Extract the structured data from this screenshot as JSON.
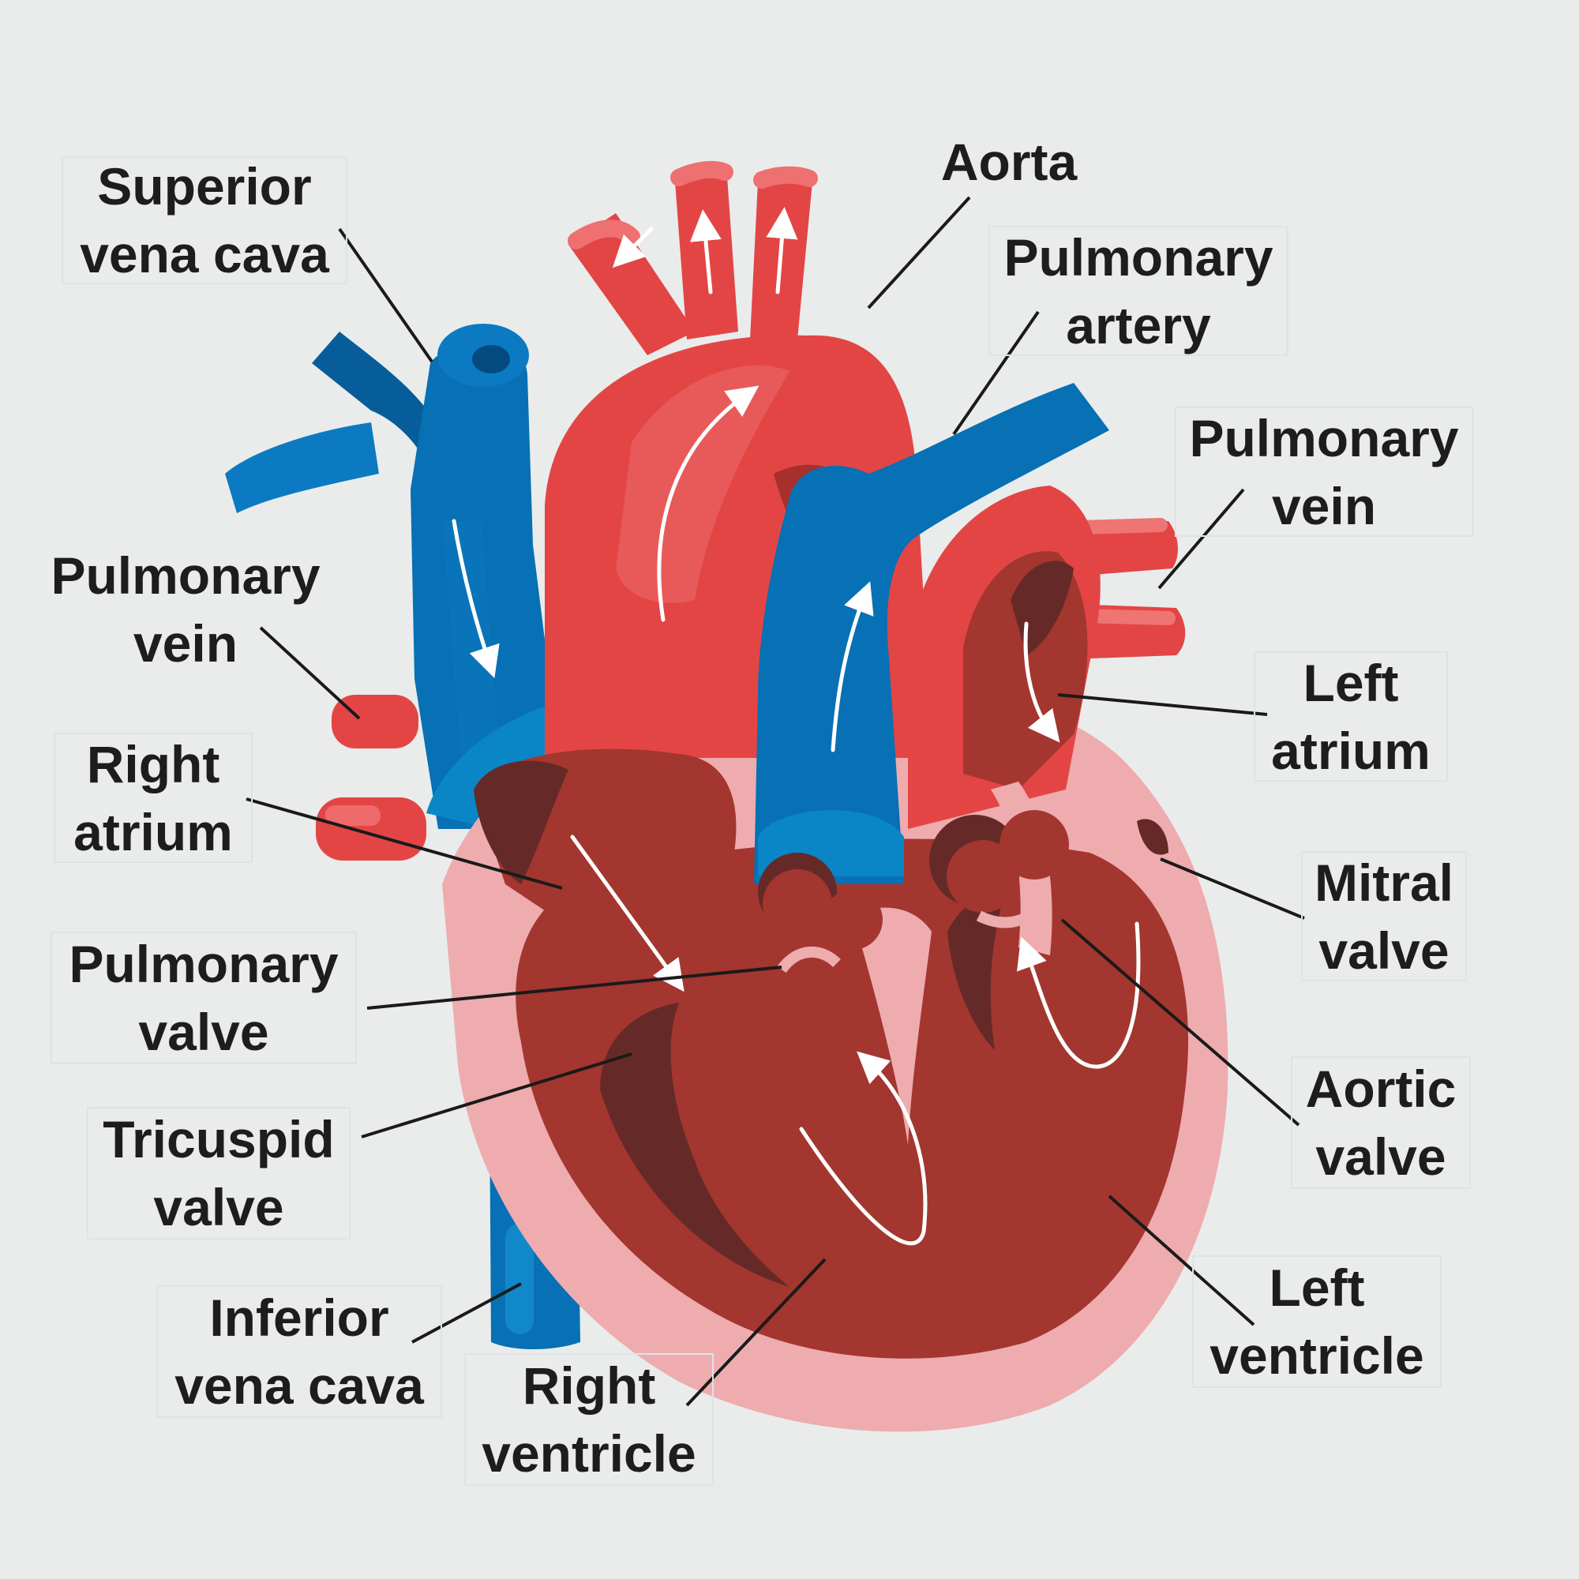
{
  "labels": {
    "superior_vena_cava": [
      "Superior",
      "vena cava"
    ],
    "aorta": [
      "Aorta"
    ],
    "pulmonary_artery": [
      "Pulmonary",
      "artery"
    ],
    "pulmonary_vein_right": [
      "Pulmonary",
      "vein"
    ],
    "pulmonary_vein_left": [
      "Pulmonary",
      "vein"
    ],
    "left_atrium": [
      "Left",
      "atrium"
    ],
    "right_atrium": [
      "Right",
      "atrium"
    ],
    "mitral_valve": [
      "Mitral",
      "valve"
    ],
    "pulmonary_valve": [
      "Pulmonary",
      "valve"
    ],
    "aortic_valve": [
      "Aortic",
      "valve"
    ],
    "tricuspid_valve": [
      "Tricuspid",
      "valve"
    ],
    "left_ventricle": [
      "Left",
      "ventricle"
    ],
    "inferior_vena_cava": [
      "Inferior",
      "vena cava"
    ],
    "right_ventricle": [
      "Right",
      "ventricle"
    ]
  },
  "colors": {
    "background": "#e9eceb",
    "deoxygenated_blue": "#0870b4",
    "oxygenated_red": "#e34545",
    "muscle_dark": "#a3362f",
    "chamber_shadow": "#652a27",
    "pericardium_pink": "#eeacaf",
    "leader_line": "#1a1a1a",
    "flow_arrow": "#ffffff"
  }
}
